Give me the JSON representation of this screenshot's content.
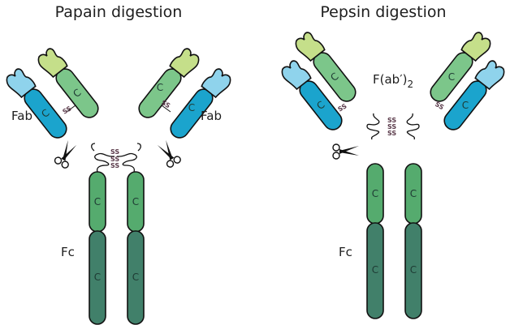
{
  "panels": [
    {
      "title": "Papain digestion",
      "fragment_labels": {
        "fab_left": "Fab",
        "fab_right": "Fab",
        "fc": "Fc"
      }
    },
    {
      "title": "Pepsin digestion",
      "fragment_labels": {
        "fab2": "F(ab′)",
        "fab2_subscript": "2",
        "fc": "Fc"
      }
    }
  ],
  "domain_label": "C",
  "disulfide_label": "SS",
  "colors": {
    "heavy_variable": "#c5df8a",
    "heavy_constant_ch1": "#7cc68a",
    "light_variable": "#8fd3ec",
    "light_constant": "#1ba4cd",
    "fc_ch2": "#55ab6e",
    "fc_ch3": "#41806a",
    "outline": "#111111",
    "disulfide": "#5a3a4a"
  },
  "icons": [
    "scissors-icon"
  ]
}
